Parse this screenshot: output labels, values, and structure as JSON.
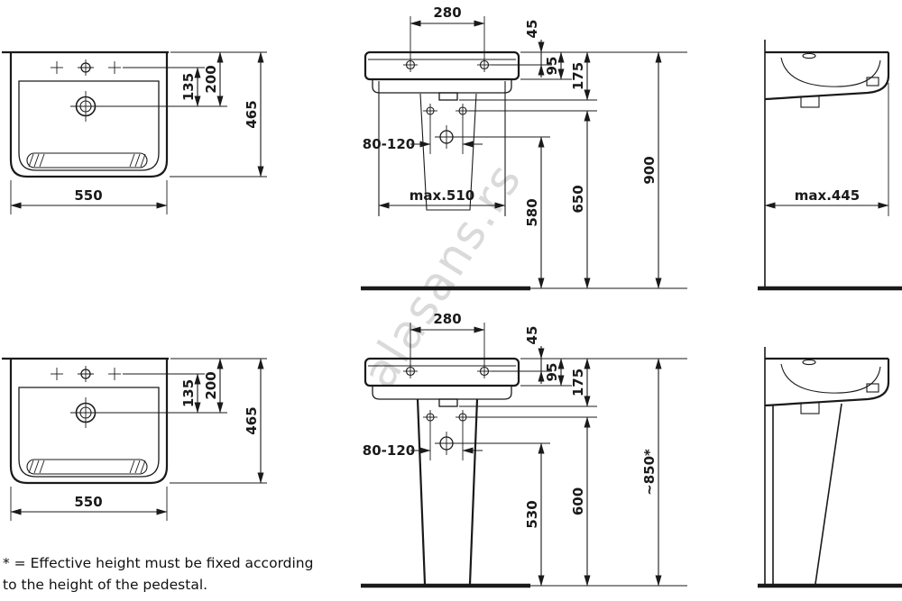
{
  "page": {
    "background": "#ffffff",
    "ink": "#1a1a1a"
  },
  "watermark": {
    "text": "alasans.rs",
    "color": "#c4c4c4"
  },
  "footnote": {
    "line1": "* = Effective height must be fixed according",
    "line2": "to the height of the pedestal."
  },
  "views": {
    "top_plan": {
      "width": "550",
      "hole_to_tap": "135",
      "back_to_tap": "200",
      "depth": "465"
    },
    "top_front": {
      "hole_spacing": "280",
      "top_to_hole": "45",
      "rim_depth": "95",
      "apron_depth": "175",
      "bolt_spacing": "80-120",
      "max_width": "max.510",
      "drain_height": "580",
      "bolt_height": "650",
      "rim_height": "900"
    },
    "top_side": {
      "max_depth": "max.445"
    },
    "bottom_plan": {
      "width": "550",
      "hole_to_tap": "135",
      "back_to_tap": "200",
      "depth": "465"
    },
    "bottom_front": {
      "hole_spacing": "280",
      "top_to_hole": "45",
      "rim_depth": "95",
      "apron_depth": "175",
      "bolt_spacing": "80-120",
      "drain_height": "530",
      "bolt_height": "600",
      "rim_height": "~850*"
    }
  }
}
